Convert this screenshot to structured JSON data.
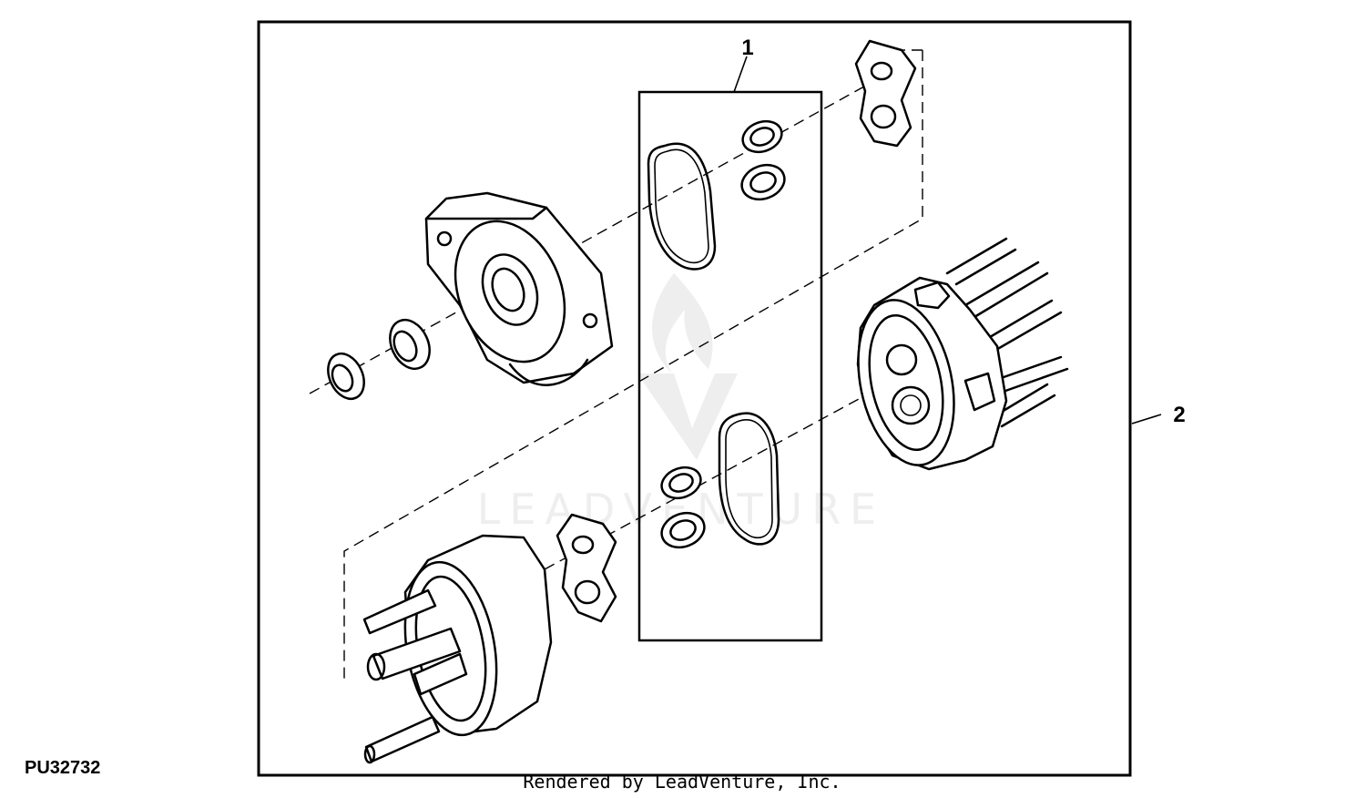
{
  "callouts": [
    {
      "id": "callout-1",
      "text": "1"
    },
    {
      "id": "callout-2",
      "text": "2"
    }
  ],
  "figure_id": "PU32732",
  "rendered_by": "Rendered by LeadVenture, Inc.",
  "watermark": "LEADVENTURE"
}
